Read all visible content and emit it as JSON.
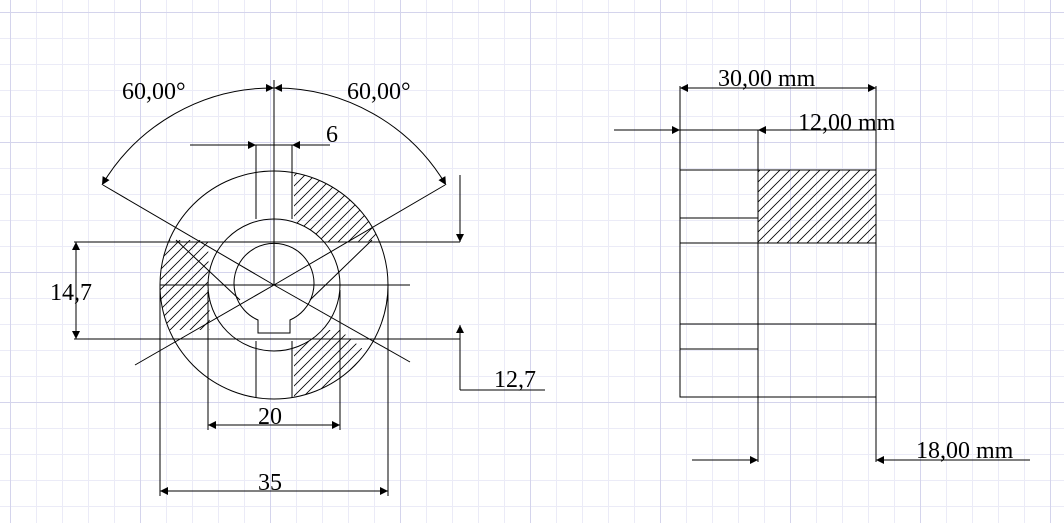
{
  "front_view": {
    "angle_left": "60,00°",
    "angle_right": "60,00°",
    "key_width": "6",
    "height_dim": "14,7",
    "key_depth": "12,7",
    "inner_diameter": "20",
    "outer_diameter": "35"
  },
  "side_view": {
    "overall_width": "30,00 mm",
    "left_section": "12,00 mm",
    "right_section": "18,00 mm"
  },
  "colors": {
    "line": "#000000",
    "grid_major": "#d4d4ec",
    "grid_minor": "#ebebf7"
  }
}
